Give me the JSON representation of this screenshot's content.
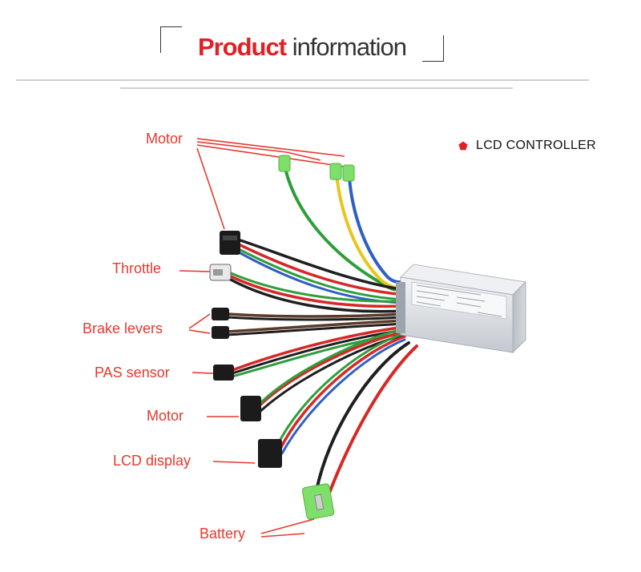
{
  "header": {
    "title_strong": "Product",
    "title_light": "information"
  },
  "legend": {
    "label": "LCD CONTROLLER",
    "marker_color": "#e31e24"
  },
  "labels": {
    "motor_top": "Motor",
    "throttle": "Throttle",
    "brake_levers": "Brake levers",
    "pas_sensor": "PAS sensor",
    "motor": "Motor",
    "lcd_display": "LCD display",
    "battery": "Battery"
  },
  "colors": {
    "label_text": "#e5392f",
    "leader_line": "#e5392f",
    "controller_body": "#dfe3e8",
    "wire_red": "#d62828",
    "wire_black": "#1f1f1f",
    "wire_green": "#2e9e3a",
    "wire_yellow": "#e8c51a",
    "wire_blue": "#2f5fc4",
    "wire_brown": "#5b3b2a",
    "connector_green": "#7ee06a"
  }
}
